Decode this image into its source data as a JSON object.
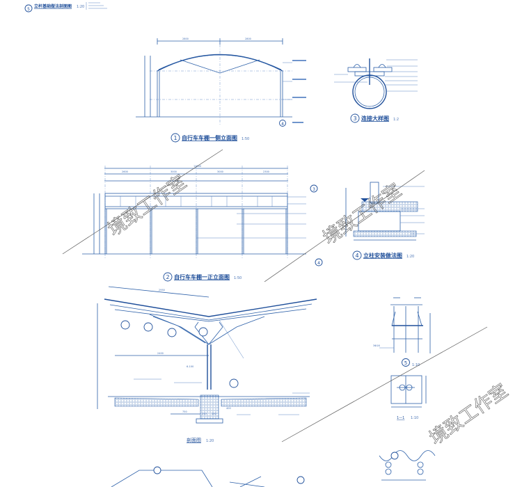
{
  "sheet": {
    "header": {
      "number": "5",
      "title": "立杆基础做法剖面图",
      "scale": "1:20"
    },
    "drawings": {
      "side_elevation": {
        "number": "1",
        "title": "自行车车棚一侧立面图",
        "scale": "1:50",
        "callout": "4",
        "dims": [
          "2800",
          "2800"
        ]
      },
      "connection_detail": {
        "number": "3",
        "title": "连接大样图",
        "scale": "1:2"
      },
      "front_elevation": {
        "number": "2",
        "title": "自行车车棚一正立面图",
        "scale": "1:50",
        "callouts": [
          "3",
          "4"
        ],
        "total_dim": "11000",
        "dims": [
          "2600",
          "3000",
          "3000",
          "2300"
        ]
      },
      "column_install": {
        "number": "4",
        "title": "立柱安装做法图",
        "scale": "1:20"
      },
      "section": {
        "title": "剖面图",
        "scale": "1:20",
        "dims": [
          "2950",
          "2400",
          "6-100",
          "750",
          "250",
          "250",
          "400"
        ]
      },
      "detail_5": {
        "number": "5",
        "scale": "1:10",
        "section_label": "1—1",
        "section_scale": "1:10",
        "note": "3Ф16"
      }
    },
    "watermark": "境致工作室",
    "colors": {
      "line": "#2b5fa8",
      "title": "#1f4f9a"
    }
  }
}
